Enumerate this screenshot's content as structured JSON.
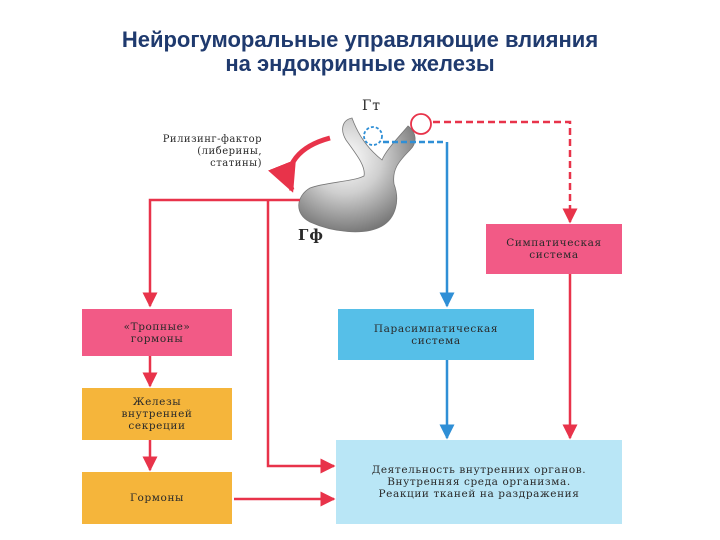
{
  "title": {
    "line1": "Нейрогуморальные управляющие влияния",
    "line2": "на эндокринные железы"
  },
  "labels": {
    "gt": "Гт",
    "gf": "Гф",
    "releasing": "Рилизинг-фактор\n(либерины,\nстатины)"
  },
  "boxes": {
    "sympathetic": "Симпатическая\nсистема",
    "tropic": "«Тропные»\nгормоны",
    "parasympathetic": "Парасимпатическая\nсистема",
    "glands": "Железы\nвнутренней\nсекреции",
    "hormones": "Гормоны",
    "activity": "Деятельность внутренних органов.\nВнутренняя среда организма.\nРеакции тканей на раздражения"
  },
  "colors": {
    "pink": "#f25a86",
    "blue": "#56bfe8",
    "yellow": "#f5b53b",
    "light_blue": "#b9e6f6",
    "red_arrow": "#e8334a",
    "blue_arrow": "#2f8fd6",
    "title": "#1f3a6e"
  }
}
